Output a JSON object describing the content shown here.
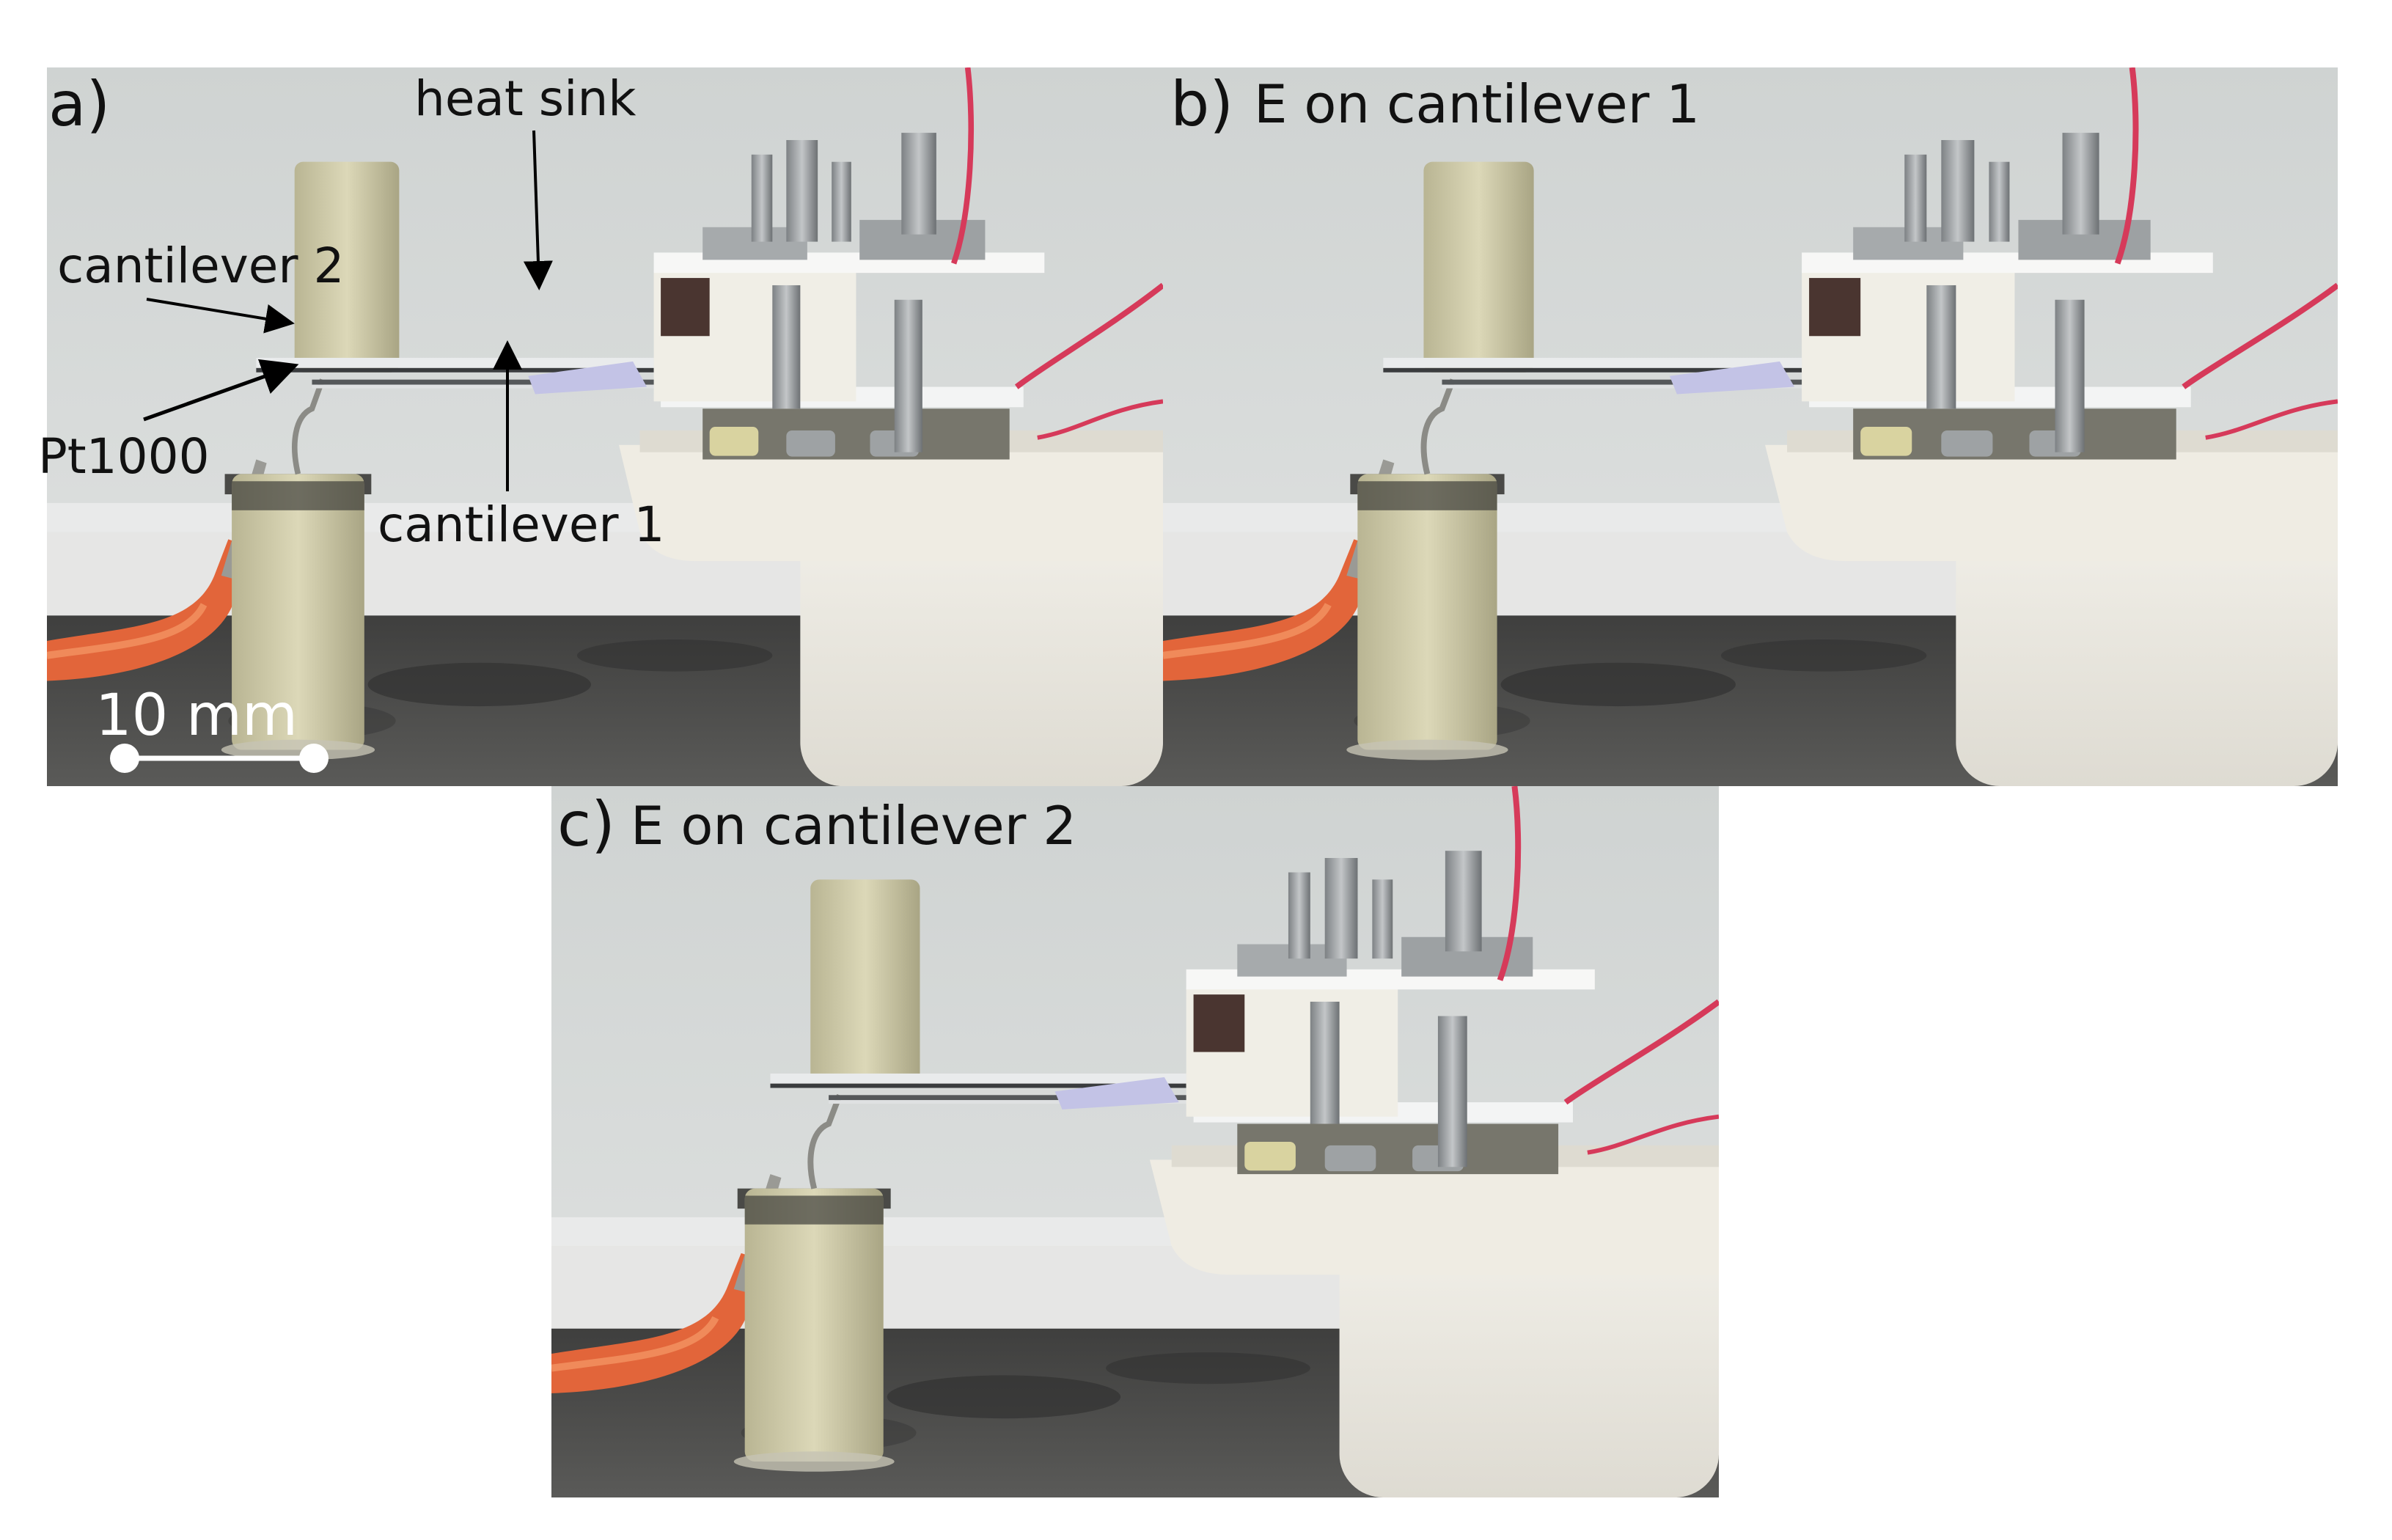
{
  "panels": {
    "a": {
      "letter": "a)",
      "title": ""
    },
    "b": {
      "letter": "b)",
      "title": "E on cantilever 1"
    },
    "c": {
      "letter": "c)",
      "title": "E on cantilever 2"
    }
  },
  "annotations": {
    "heat_sink": "heat sink",
    "cantilever_2": "cantilever 2",
    "pt1000": "Pt1000",
    "cantilever_1": "cantilever 1"
  },
  "scale_bar": {
    "label": "10 mm"
  }
}
